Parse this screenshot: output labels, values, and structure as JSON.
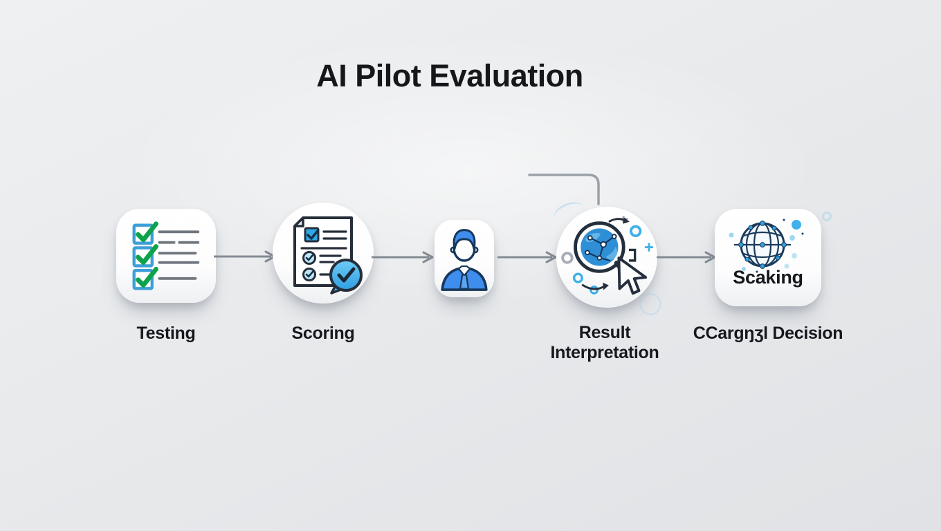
{
  "title": "AI Pilot Evaluation",
  "colors": {
    "background": "#e8eaec",
    "card": "#ffffff",
    "label_text": "#15181d",
    "arrow_gray": "#858b93",
    "accent_blue": "#2f9fe0",
    "light_blue": "#9ed7f3",
    "check_green": "#0ea24d",
    "outline_navy": "#1c3a5c"
  },
  "steps": [
    {
      "label": "Testing",
      "icon": "checklist-icon",
      "shape": "rounded-square"
    },
    {
      "label": "Scoring",
      "icon": "document-review-icon",
      "shape": "circle"
    },
    {
      "label": "",
      "icon": "person-icon",
      "shape": "rounded-square"
    },
    {
      "label": "Result Interpretation",
      "label_lines": [
        "Result",
        "Interpretation"
      ],
      "icon": "analysis-magnifier-icon",
      "shape": "circle"
    },
    {
      "label": "CCargŋʒl Decision",
      "card_text": "Scaking",
      "icon": "network-globe-icon",
      "shape": "rounded-square"
    }
  ],
  "connectors": {
    "arrow_count": 4,
    "elbow_connector_present": true
  }
}
